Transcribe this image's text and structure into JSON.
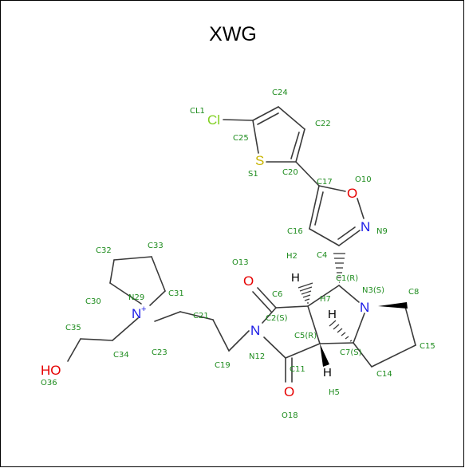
{
  "title": "XWG",
  "colors": {
    "bond": "#3a3a3a",
    "label": "#1e8c1e",
    "oxygen": "#e60000",
    "nitrogen": "#1a1ae6",
    "sulfur": "#c8b400",
    "chlorine": "#80d020",
    "hydrogen": "#000000"
  },
  "atoms": [
    {
      "sym": "Cl",
      "color": "#80d020"
    },
    {
      "sym": "S",
      "color": "#c8b400"
    },
    {
      "sym": "O",
      "color": "#e60000"
    },
    {
      "sym": "N",
      "color": "#1a1ae6"
    },
    {
      "sym": "N",
      "color": "#1a1ae6"
    },
    {
      "sym": "O",
      "color": "#e60000"
    },
    {
      "sym": "O",
      "color": "#e60000"
    },
    {
      "sym": "N",
      "color": "#1a1ae6"
    },
    {
      "sym": "N",
      "color": "#1a1ae6",
      "charge": "+"
    },
    {
      "sym": "HO",
      "color": "#e60000"
    },
    {
      "sym": "H",
      "color": "#000000"
    },
    {
      "sym": "H",
      "color": "#000000"
    },
    {
      "sym": "H",
      "color": "#000000"
    }
  ],
  "labels": [
    "CL1",
    "C25",
    "C24",
    "C22",
    "S1",
    "C20",
    "C17",
    "O10",
    "N9",
    "C16",
    "C4",
    "H2",
    "C1(R)",
    "N3(S)",
    "C8",
    "O13",
    "C6",
    "H7",
    "C2(S)",
    "C5(R)",
    "C7(S)",
    "C15",
    "N12",
    "C11",
    "C14",
    "H5",
    "O18",
    "C33",
    "C32",
    "C31",
    "N29",
    "C30",
    "C21",
    "C35",
    "C34",
    "C23",
    "C19",
    "O36"
  ]
}
